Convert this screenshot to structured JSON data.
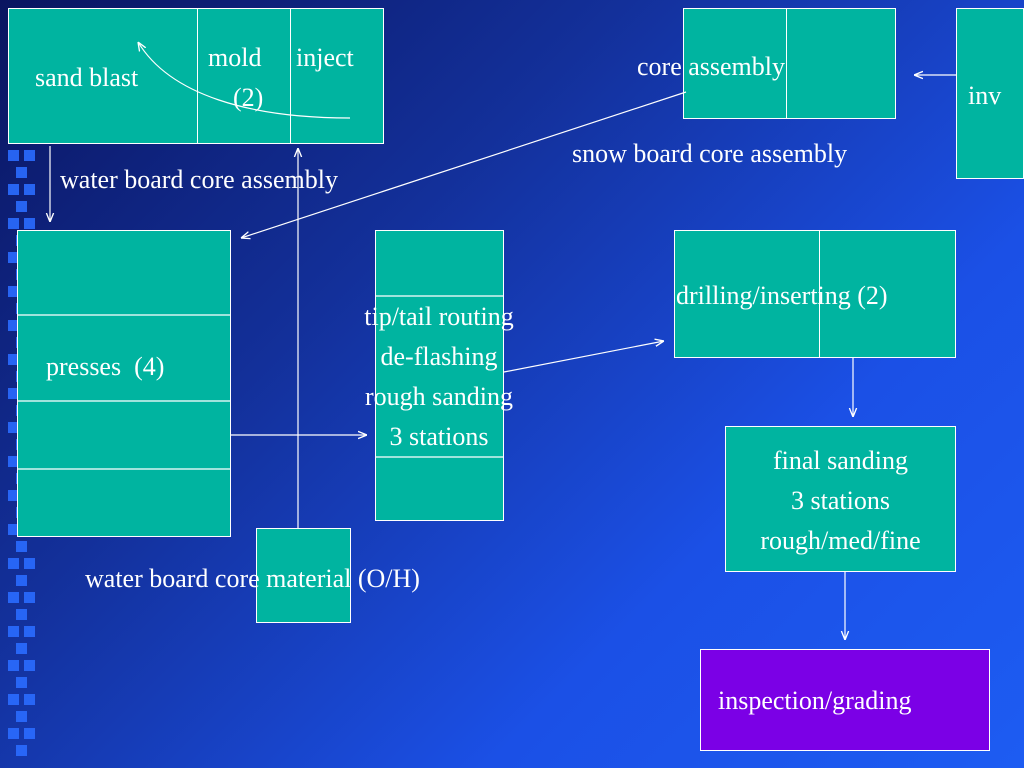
{
  "colors": {
    "box_fill": "#00b4a0",
    "inspection_fill": "#7b00e6",
    "line": "#ffffff",
    "text": "#ffffff"
  },
  "boxes": {
    "sand_blast": "sand blast",
    "mold": "mold",
    "mold_count": "(2)",
    "inject": "inject",
    "core_assembly": "core assembly",
    "inv": "inv",
    "presses": "presses  (4)",
    "routing_station": "tip/tail routing\nde-flashing\nrough sanding\n3 stations",
    "drilling": "drilling/inserting (2)",
    "final_sanding": "final sanding\n3 stations\nrough/med/fine",
    "inspection": "inspection/grading"
  },
  "labels": {
    "water_board_core_assembly": "water board core assembly",
    "snow_board_core_assembly": "snow board core assembly",
    "water_board_core_material": "water board core material (O/H)"
  }
}
